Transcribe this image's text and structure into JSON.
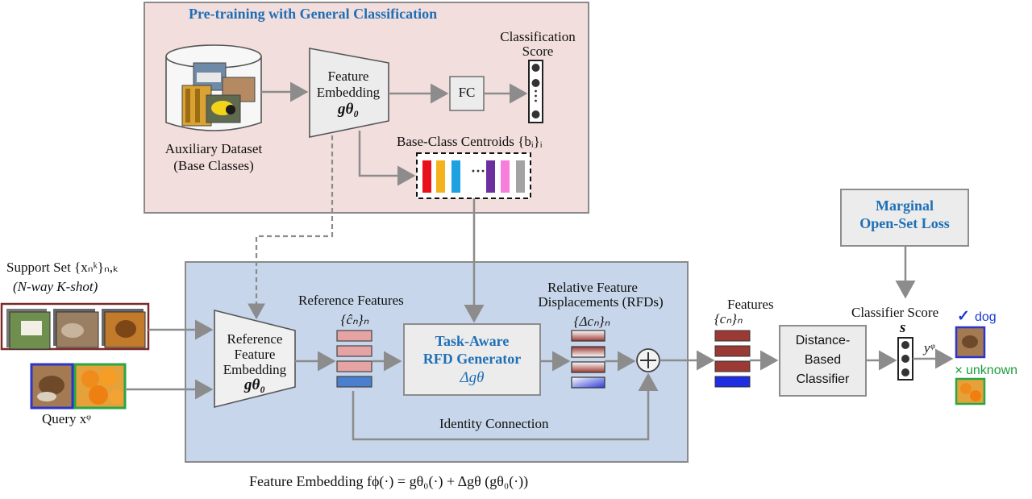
{
  "pretrain": {
    "title": "Pre-training with General Classification",
    "dataset_line1": "Auxiliary Dataset",
    "dataset_line2": "(Base Classes)",
    "embed_line1": "Feature",
    "embed_line2": "Embedding",
    "embed_symbol": "gθ₀",
    "fc": "FC",
    "score_line1": "Classification",
    "score_line2": "Score",
    "centroids": "Base-Class Centroids {bᵢ}ᵢ",
    "centroid_dots": "···",
    "centroid_colors": [
      "#e8111b",
      "#f4b21d",
      "#1ea1e0",
      "#6d2f9d",
      "#f77fdb",
      "#a3a3a3"
    ]
  },
  "support": {
    "line1": "Support Set {xₙᵏ}ₙ,ₖ",
    "line2": "(N-way K-shot)"
  },
  "query": {
    "label": "Query xᵠ"
  },
  "main": {
    "ref_embed_line1": "Reference",
    "ref_embed_line2": "Feature",
    "ref_embed_line3": "Embedding",
    "ref_embed_symbol": "gθ₀",
    "ref_features": "Reference Features",
    "ref_features_symbol": "{ĉₙ}ₙ",
    "generator_line1": "Task-Aware",
    "generator_line2": "RFD Generator",
    "generator_symbol": "Δgθ",
    "rfd_line1": "Relative Feature",
    "rfd_line2": "Displacements (RFDs)",
    "rfd_symbol": "{Δcₙ}ₙ",
    "identity": "Identity Connection",
    "plus": "+"
  },
  "features": {
    "label": "Features",
    "symbol": "{cₙ}ₙ"
  },
  "classifier": {
    "line1": "Distance-",
    "line2": "Based",
    "line3": "Classifier"
  },
  "loss": {
    "line1": "Marginal",
    "line2": "Open-Set Loss"
  },
  "score": {
    "label": "Classifier Score",
    "symbol": "s",
    "output": "yᵠ"
  },
  "results": {
    "dog_mark": "✓",
    "dog": "dog",
    "unknown_mark": "×",
    "unknown": "unknown"
  },
  "caption": "Feature Embedding fϕ(·) = gθ₀(·) + Δgθ (gθ₀(·))",
  "colors": {
    "pretrain_bg": "#f2dedd",
    "main_bg": "#c7d6ea",
    "title_blue": "#1f6fb6",
    "ref_feature": "#e6a3a3",
    "ref_feature_query": "#4a7fcf",
    "feature_dark": "#9b3a35",
    "feature_query": "#1f2ee0",
    "dog_green": "#1a9c3c",
    "dog_blue": "#1a3ad6"
  }
}
